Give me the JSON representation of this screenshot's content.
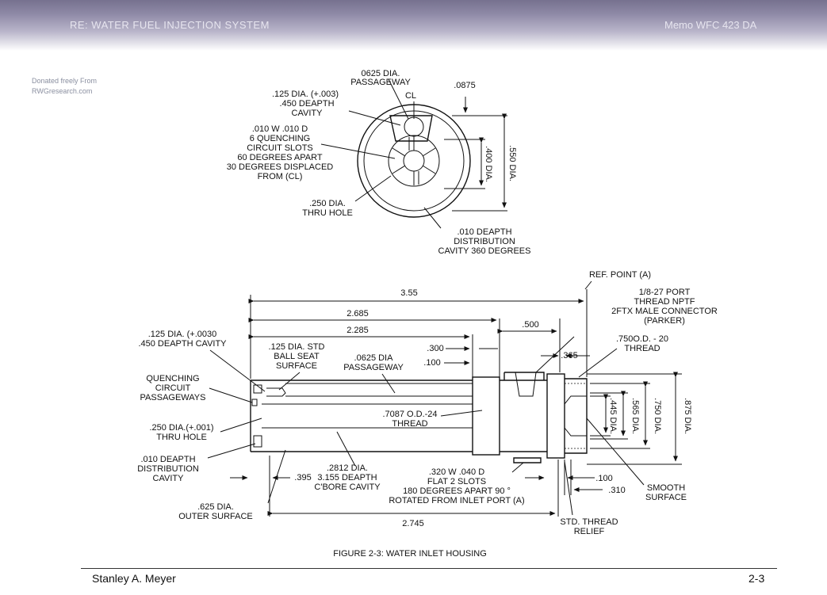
{
  "header": {
    "title": "RE: WATER FUEL INJECTION SYSTEM",
    "memo": "Memo WFC 423 DA"
  },
  "watermark": {
    "line1": "Donated freely From",
    "line2": "RWGresearch.com"
  },
  "end_view": {
    "passageway": [
      "0625 DIA.",
      "PASSAGEWAY"
    ],
    "dim_0875": ".0875",
    "cl": "CL",
    "cavity": [
      ".125 DIA. (+.003)",
      ".450 DEAPTH",
      "CAVITY"
    ],
    "slots": [
      ".010 W .010 D",
      "6 QUENCHING",
      "CIRCUIT SLOTS",
      "60 DEGREES APART",
      "30 DEGREES DISPLACED",
      "FROM (CL)"
    ],
    "thru_hole": [
      ".250 DIA.",
      "THRU HOLE"
    ],
    "dist_cavity": [
      ".010 DEAPTH",
      "DISTRIBUTION",
      "CAVITY 360 DEGREES"
    ],
    "dia_400": ".400 DIA.",
    "dia_550": ".550 DIA."
  },
  "side_view": {
    "ref_point": "REF. POINT (A)",
    "dim_355": "3.55",
    "dim_2685": "2.685",
    "dim_2285": "2.285",
    "dim_500": ".500",
    "dim_300": ".300",
    "dim_100a": ".100",
    "dim_365": ".365",
    "port": [
      "1/8-27 PORT",
      "THREAD NPTF",
      "2FTX MALE CONNECTOR",
      "(PARKER)"
    ],
    "thread_750": [
      ".750O.D. - 20",
      "THREAD"
    ],
    "cavity_left": [
      ".125 DIA. (+.0030",
      ".450 DEAPTH CAVITY"
    ],
    "ball_seat": [
      ".125 DIA. STD",
      "BALL SEAT",
      "SURFACE"
    ],
    "passageway": [
      ".0625 DIA",
      "PASSAGEWAY"
    ],
    "quench": [
      "QUENCHING",
      "CIRCUIT",
      "PASSAGEWAYS"
    ],
    "thread_7087": [
      ".7087 O.D.-24",
      "THREAD"
    ],
    "dia_445": ".445 DIA.",
    "dia_565": ".565 DIA.",
    "dia_750": ".750 DIA.",
    "dia_875": ".875 DIA.",
    "thru_hole": [
      ".250 DIA.(+.001)",
      "THRU HOLE"
    ],
    "dist_cavity": [
      ".010 DEAPTH",
      "DISTRIBUTION",
      "CAVITY"
    ],
    "cbore": [
      ".2812 DIA.",
      "3.155 DEAPTH",
      "C'BORE CAVITY"
    ],
    "dim_395": ".395",
    "slots": [
      ".320 W .040 D",
      "FLAT 2 SLOTS",
      "180 DEGREES APART 90 °",
      "ROTATED FROM  INLET PORT (A)"
    ],
    "dim_100b": ".100",
    "dim_310": ".310",
    "smooth": [
      "SMOOTH",
      "SURFACE"
    ],
    "outer": [
      ".625 DIA.",
      "OUTER SURFACE"
    ],
    "dim_2745": "2.745",
    "relief": [
      "STD. THREAD",
      "RELIEF"
    ]
  },
  "figure_caption": "FIGURE 2-3: WATER  INLET HOUSING",
  "footer": {
    "author": "Stanley A. Meyer",
    "page": "2-3"
  }
}
